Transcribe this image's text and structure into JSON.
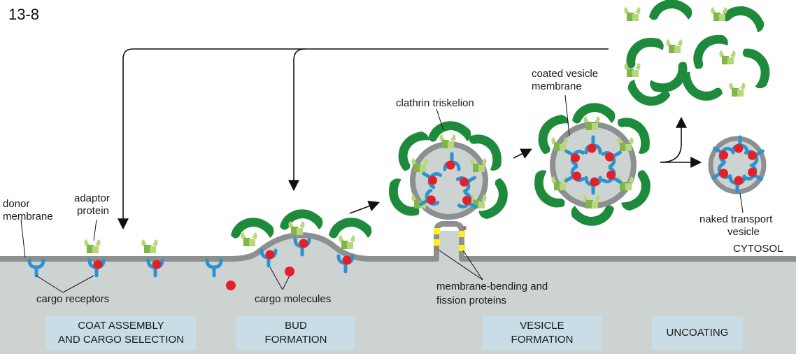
{
  "figure_number": "13-8",
  "labels": {
    "donor_membrane": [
      "donor",
      "membrane"
    ],
    "adaptor_protein": [
      "adaptor",
      "protein"
    ],
    "cargo_receptors": "cargo receptors",
    "cargo_molecules": "cargo molecules",
    "clathrin_triskelion": "clathrin triskelion",
    "coated_vesicle_membrane": [
      "coated vesicle",
      "membrane"
    ],
    "naked_transport_vesicle": [
      "naked transport",
      "vesicle"
    ],
    "cytosol": "CYTOSOL",
    "membrane_bending": [
      "membrane-bending and",
      "fission proteins"
    ]
  },
  "stages": [
    "COAT ASSEMBLY\nAND CARGO SELECTION",
    "BUD\nFORMATION",
    "VESICLE\nFORMATION",
    "UNCOATING"
  ],
  "colors": {
    "membrane": "#8c9091",
    "lumen": "#cdd3d1",
    "clathrin": "#1e8a3c",
    "adaptor_light": "#b6d77a",
    "adaptor_dark": "#7fb648",
    "receptor": "#2b93cf",
    "cargo": "#e3202a",
    "stage_box": "#c9dde6",
    "fission_yellow": "#ffee22",
    "fission_brown": "#9b7a66"
  }
}
